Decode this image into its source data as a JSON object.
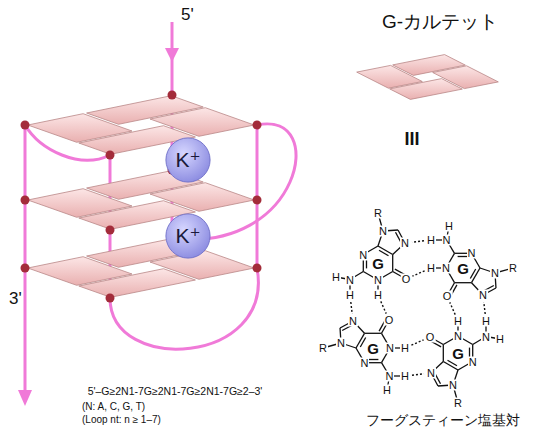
{
  "diagram": {
    "nodes": [
      {
        "text": [
          "K⁺"
        ]
      },
      {
        "text": [
          "K⁺"
        ]
      }
    ],
    "labels": [
      "5'",
      "3'",
      "5'–G≥2N1-7G≥2N1-7G≥2N1-7G≥2–3'",
      "(N: A, C, G, T)",
      "(Loop nt: n ≥ 1–7)",
      "G-カルテット",
      "III",
      "フーグスティーン塩基対",
      "R",
      "N",
      "N",
      "N",
      "N",
      "H",
      "N",
      "H",
      "H",
      "O",
      "G",
      "R",
      "N",
      "N",
      "N",
      "N",
      "H",
      "N",
      "H",
      "H",
      "O",
      "G",
      "R",
      "N",
      "N",
      "N",
      "N",
      "H",
      "N",
      "H",
      "H",
      "O",
      "G",
      "R",
      "N",
      "N",
      "N",
      "N",
      "H",
      "N",
      "H",
      "H",
      "O",
      "G"
    ]
  }
}
